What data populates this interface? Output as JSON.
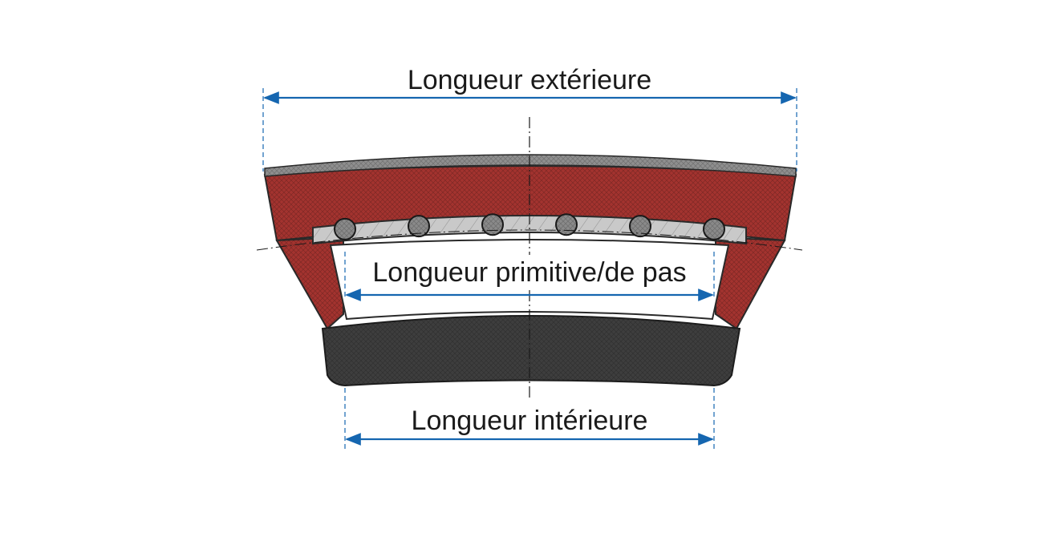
{
  "labels": {
    "outer_length": "Longueur extérieure",
    "pitch_length": "Longueur primitive/de pas",
    "inner_length": "Longueur intérieure"
  },
  "colors": {
    "belt_red": "#a3332f",
    "belt_dark": "#3e3e3e",
    "cord_band": "#c9c9c9",
    "cover": "#8f8f8f",
    "arrow_blue": "#1566b0"
  },
  "cords": {
    "count": 6
  }
}
